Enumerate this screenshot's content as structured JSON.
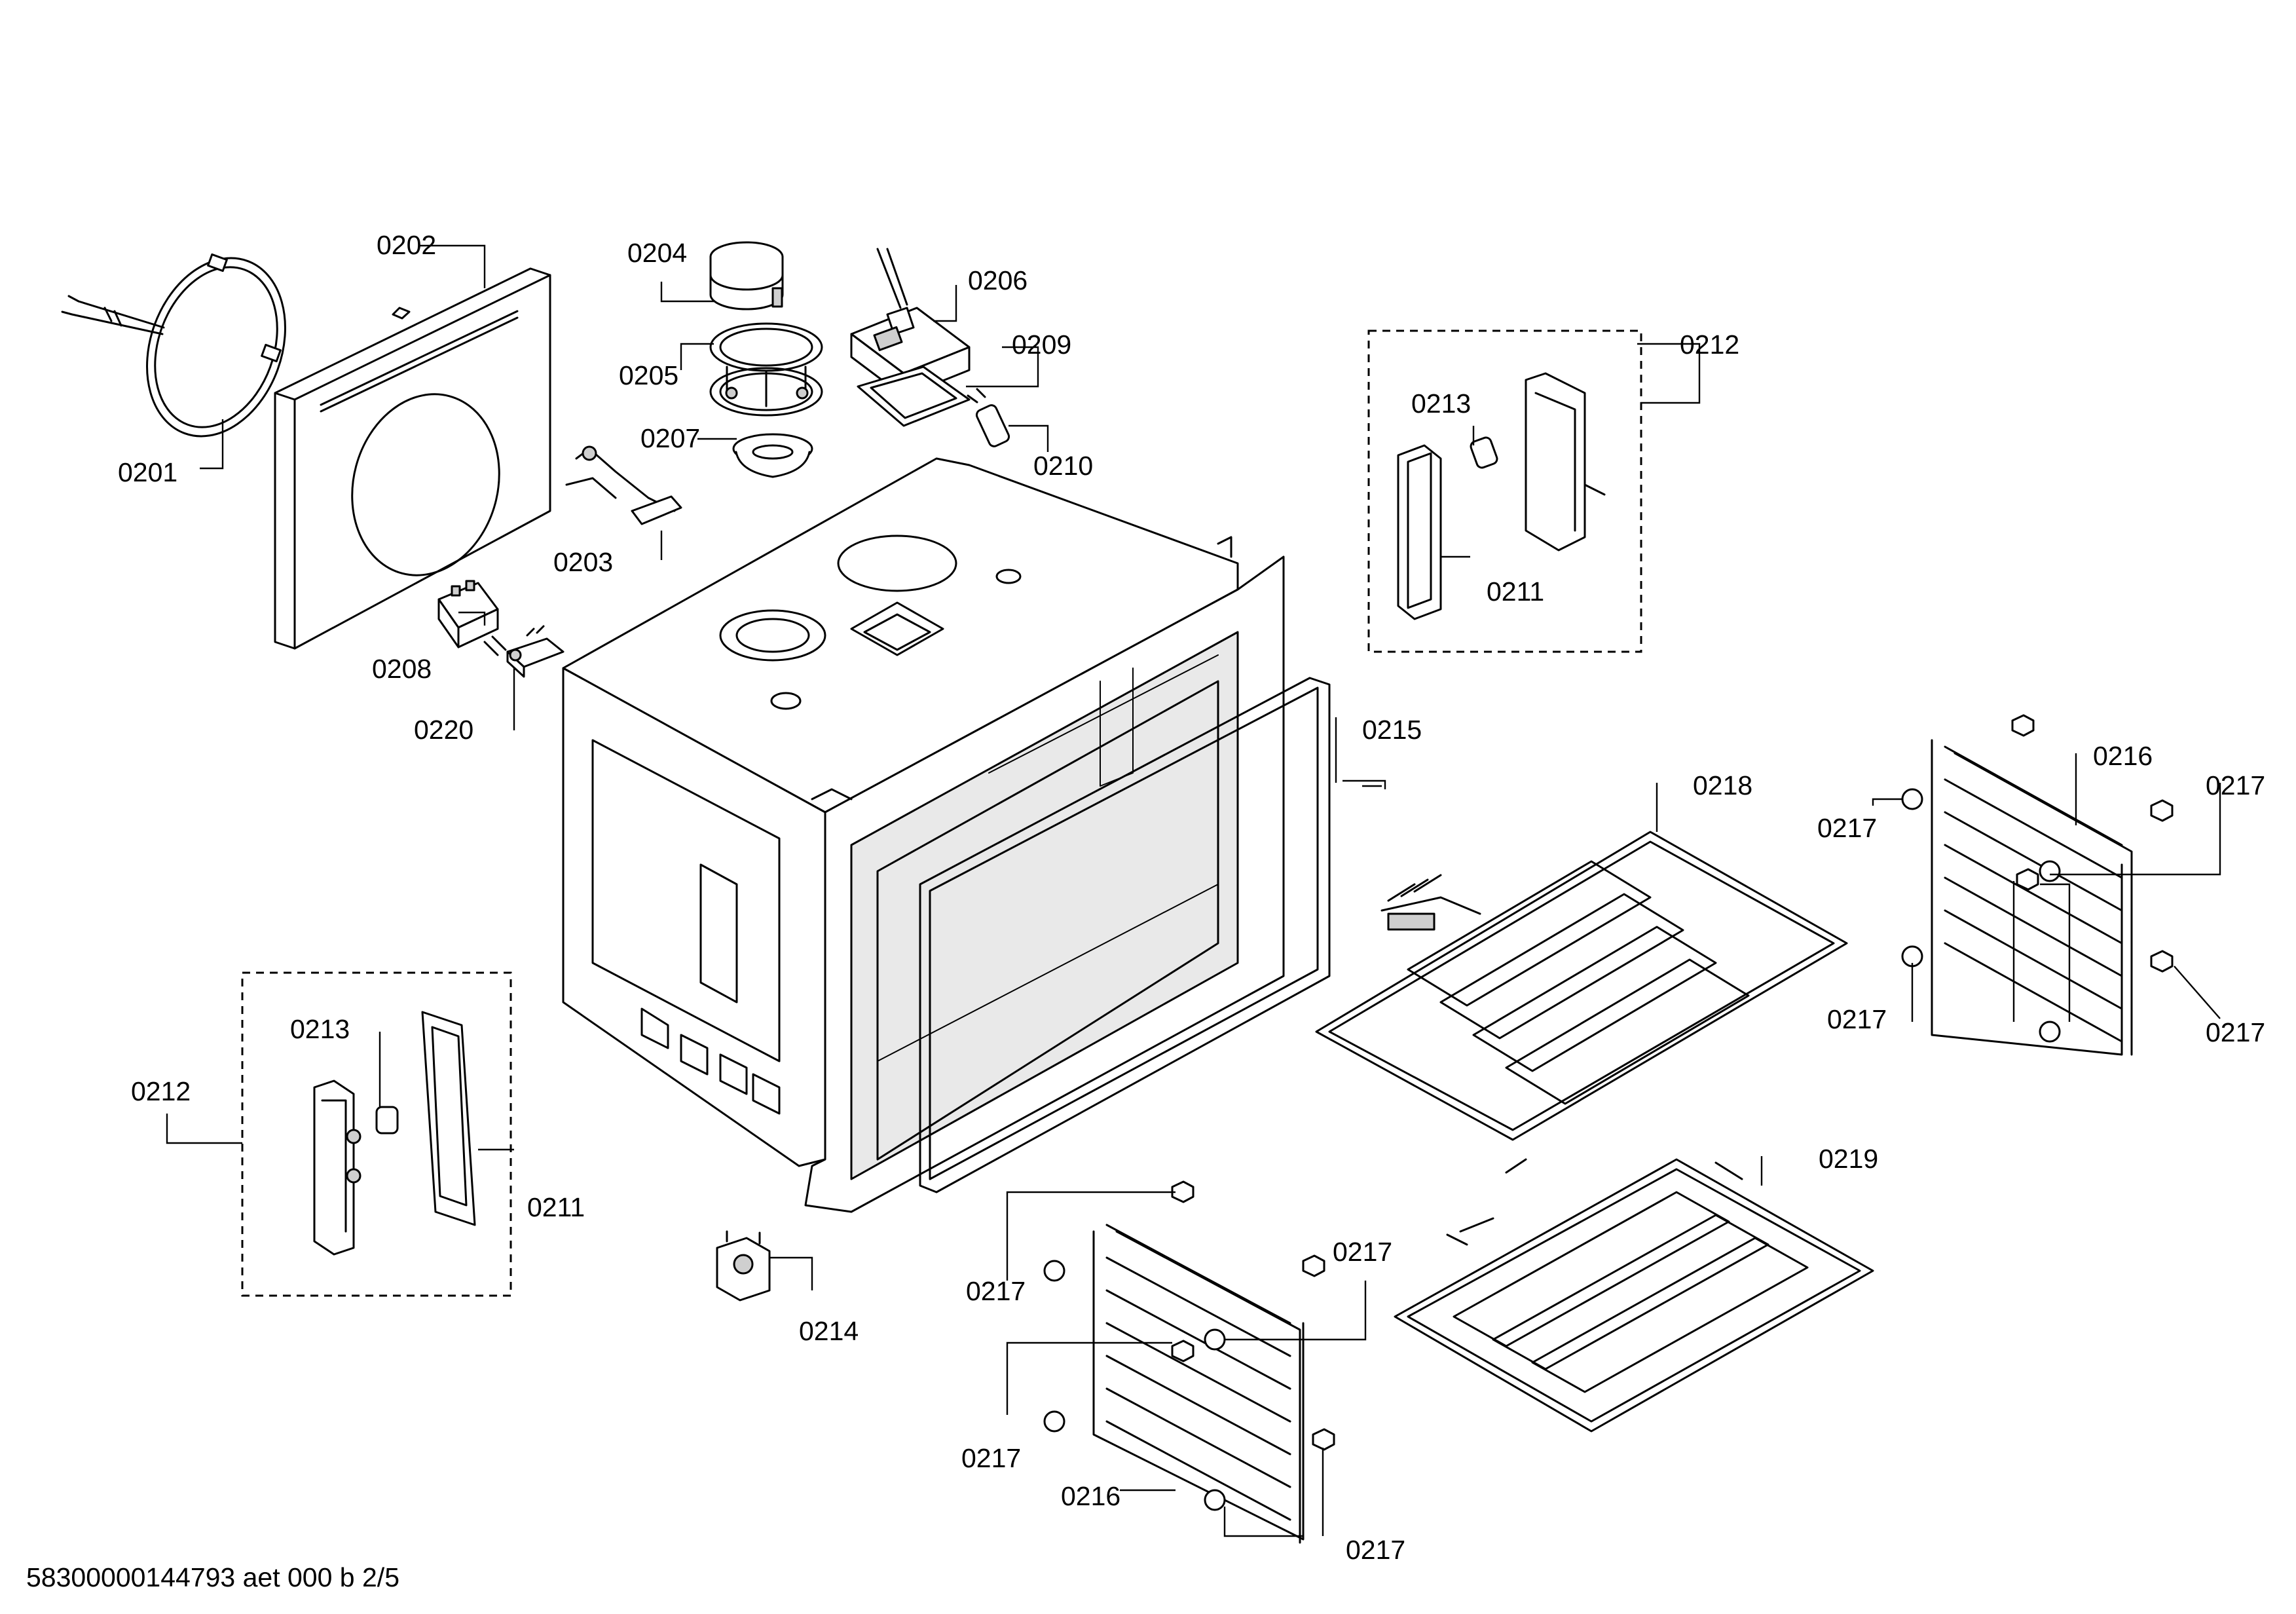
{
  "footer": {
    "document_code": "58300000144793 aet 000 b 2/5"
  },
  "labels": {
    "l0201": "0201",
    "l0202": "0202",
    "l0203": "0203",
    "l0204": "0204",
    "l0205": "0205",
    "l0206": "0206",
    "l0207": "0207",
    "l0208": "0208",
    "l0209": "0209",
    "l0210": "0210",
    "l0211a": "0211",
    "l0211b": "0211",
    "l0212a": "0212",
    "l0212b": "0212",
    "l0213a": "0213",
    "l0213b": "0213",
    "l0214": "0214",
    "l0215": "0215",
    "l0216a": "0216",
    "l0216b": "0216",
    "l0217a": "0217",
    "l0217b": "0217",
    "l0217c": "0217",
    "l0217d": "0217",
    "l0217e": "0217",
    "l0217f": "0217",
    "l0217g": "0217",
    "l0217h": "0217",
    "l0218": "0218",
    "l0219": "0219",
    "l0220": "0220"
  }
}
